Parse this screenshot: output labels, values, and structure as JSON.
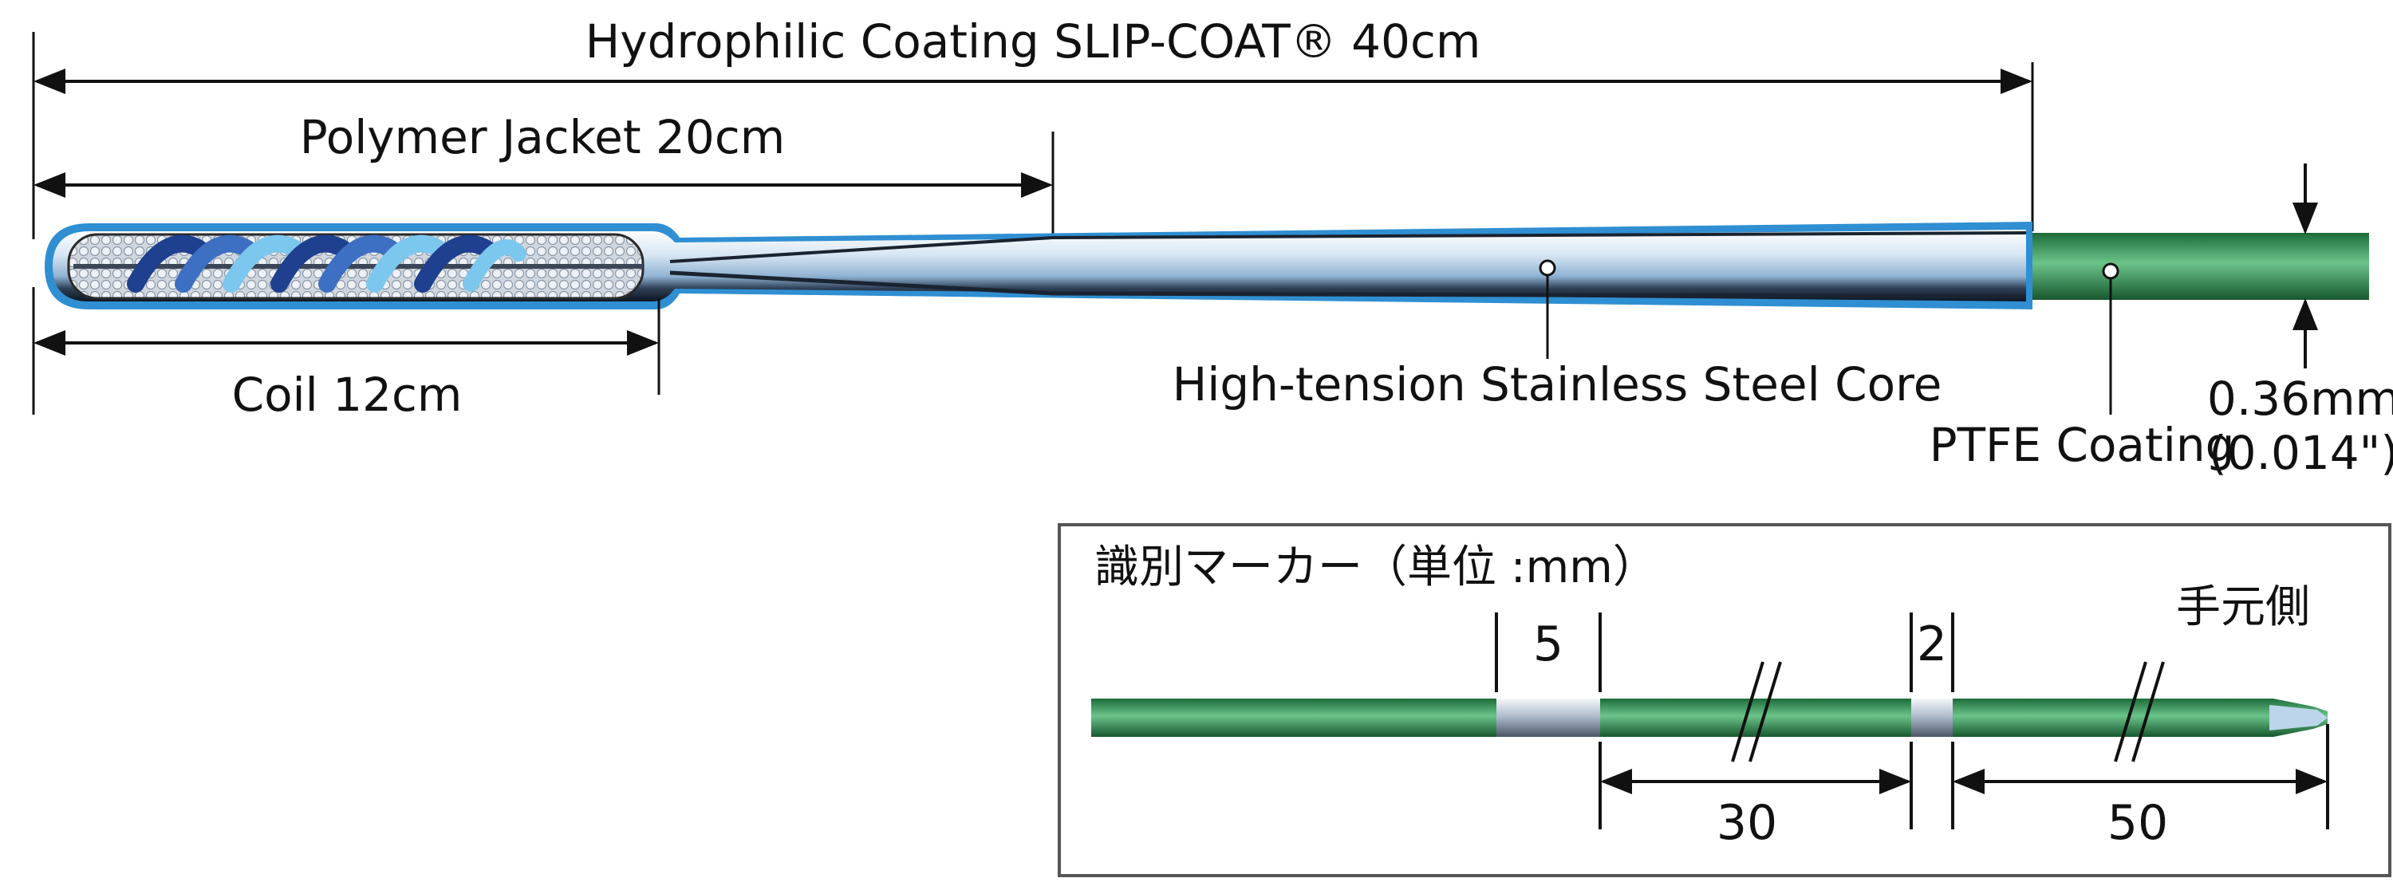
{
  "labels": {
    "hydrophilic_coating": "Hydrophilic Coating SLIP-COAT® 40cm",
    "polymer_jacket": "Polymer Jacket  20cm",
    "coil": "Coil 12cm",
    "core": "High-tension Stainless Steel Core",
    "ptfe": "PTFE Coating",
    "diameter_mm": "0.36mm",
    "diameter_in": "(0.014\")"
  },
  "marker_panel": {
    "title": "識別マーカー（単位 :mm）",
    "proximal_label": "手元側",
    "dims": {
      "marker1": "5",
      "marker2": "2",
      "gap1": "30",
      "gap2": "50"
    }
  },
  "colors": {
    "coating_blue": "#2f8fd2",
    "ptfe_green": "#2a8a4c",
    "coil_dark": "#1f3f8f",
    "coil_light": "#7cc7ee",
    "frame": "#555555"
  }
}
